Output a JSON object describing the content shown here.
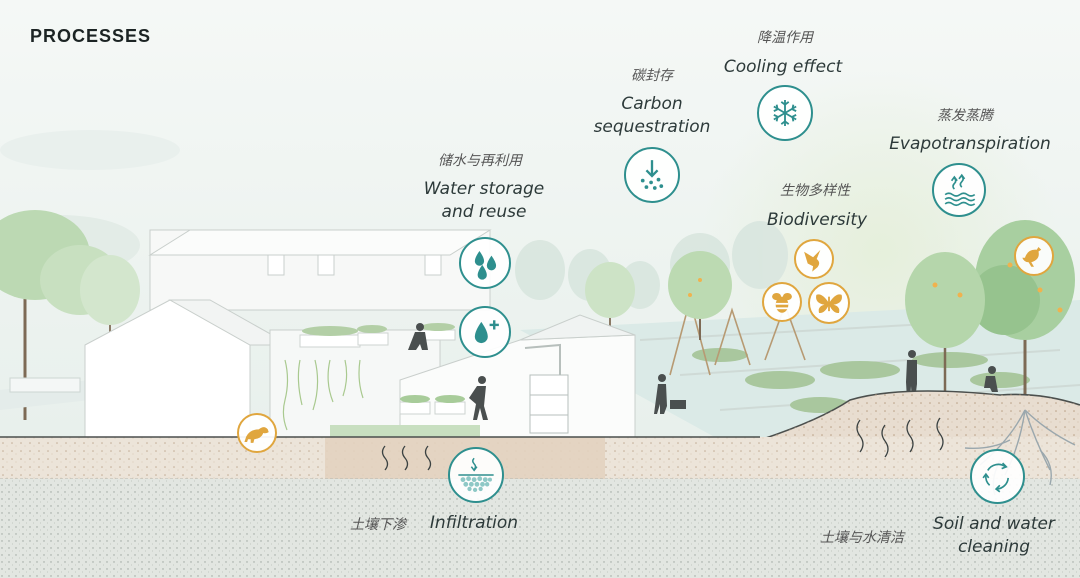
{
  "heading": "PROCESSES",
  "labels": {
    "cooling": {
      "cn": "降温作用",
      "en": "Cooling effect"
    },
    "carbon": {
      "cn": "碳封存",
      "en1": "Carbon",
      "en2": "sequestration"
    },
    "water": {
      "cn": "储水与再利用",
      "en1": "Water storage",
      "en2": "and reuse"
    },
    "evapo": {
      "cn": "蒸发蒸腾",
      "en": "Evapotranspiration"
    },
    "bio": {
      "cn": "生物多样性",
      "en": "Biodiversity"
    },
    "infil": {
      "cn": "土壤下渗",
      "en": "Infiltration"
    },
    "soil": {
      "cn": "土壤与水清洁",
      "en1": "Soil and water",
      "en2": "cleaning"
    }
  },
  "icons": {
    "water_drops": "water-drops-icon",
    "water_plus": "water-plus-icon",
    "carbon": "carbon-arrow-icon",
    "snowflake": "snowflake-icon",
    "evapo": "evapotranspiration-icon",
    "hummingbird": "hummingbird-icon",
    "bee": "bee-icon",
    "butterfly": "butterfly-icon",
    "bird": "bird-icon",
    "otter": "otter-icon",
    "infiltration": "infiltration-icon",
    "cycle": "soil-water-cycle-icon"
  },
  "colors": {
    "teal": "#2e8f8e",
    "gold": "#e0a63e",
    "soil": "#e6dcd0",
    "ground": "#dfe3df"
  }
}
